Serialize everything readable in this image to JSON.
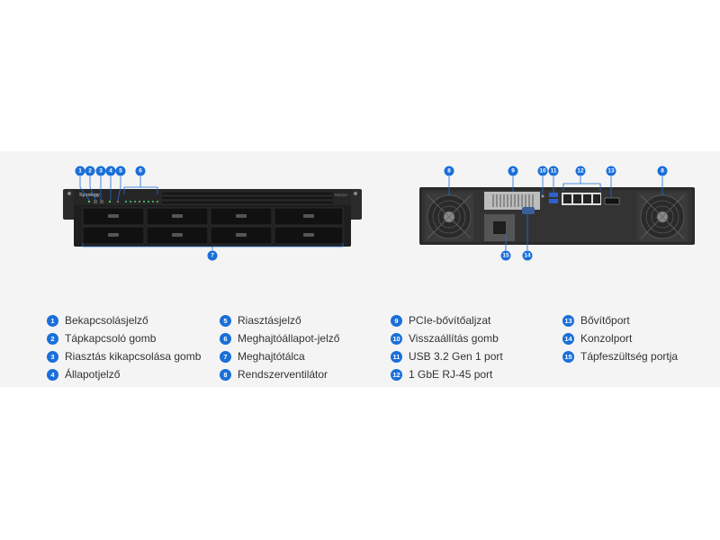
{
  "front": {
    "brand": "Synology",
    "model": "RS1221+"
  },
  "callouts": {
    "c1": "1",
    "c2": "2",
    "c3": "3",
    "c4": "4",
    "c5": "5",
    "c6": "6",
    "c7": "7",
    "r8a": "8",
    "r9": "9",
    "r10": "10",
    "r11": "11",
    "r12": "12",
    "r13": "13",
    "r8b": "8",
    "r14": "14",
    "r15": "15"
  },
  "legend": [
    {
      "num": "1",
      "label": "Bekapcsolásjelző"
    },
    {
      "num": "2",
      "label": "Tápkapcsoló gomb"
    },
    {
      "num": "3",
      "label": "Riasztás kikapcsolása gomb"
    },
    {
      "num": "4",
      "label": "Állapotjelző"
    },
    {
      "num": "5",
      "label": "Riasztásjelző"
    },
    {
      "num": "6",
      "label": "Meghajtóállapot-jelző"
    },
    {
      "num": "7",
      "label": "Meghajtótálca"
    },
    {
      "num": "8",
      "label": "Rendszerventilátor"
    },
    {
      "num": "9",
      "label": "PCIe-bővítőaljzat"
    },
    {
      "num": "10",
      "label": "Visszaállítás gomb"
    },
    {
      "num": "11",
      "label": "USB 3.2 Gen 1 port"
    },
    {
      "num": "12",
      "label": "1 GbE RJ-45 port"
    },
    {
      "num": "13",
      "label": "Bővítőport"
    },
    {
      "num": "14",
      "label": "Konzolport"
    },
    {
      "num": "15",
      "label": "Tápfeszültség portja"
    }
  ]
}
